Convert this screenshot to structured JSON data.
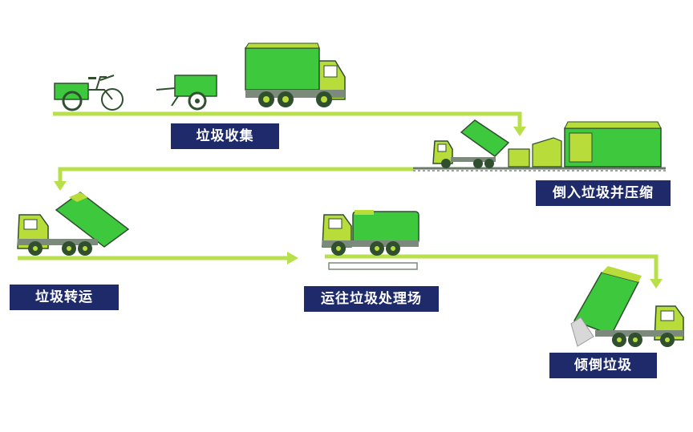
{
  "colors": {
    "truck_green": "#3ec83e",
    "truck_lime": "#b8dc3a",
    "arrow_lime": "#b7e04a",
    "label_navy": "#1f2a6b",
    "outline": "#2f4f2f"
  },
  "steps": [
    {
      "id": "collect",
      "label": "垃圾收集"
    },
    {
      "id": "compress",
      "label": "倒入垃圾并压缩"
    },
    {
      "id": "transfer",
      "label": "垃圾转运"
    },
    {
      "id": "plant",
      "label": "运往垃圾处理场"
    },
    {
      "id": "dump",
      "label": "倾倒垃圾"
    }
  ]
}
